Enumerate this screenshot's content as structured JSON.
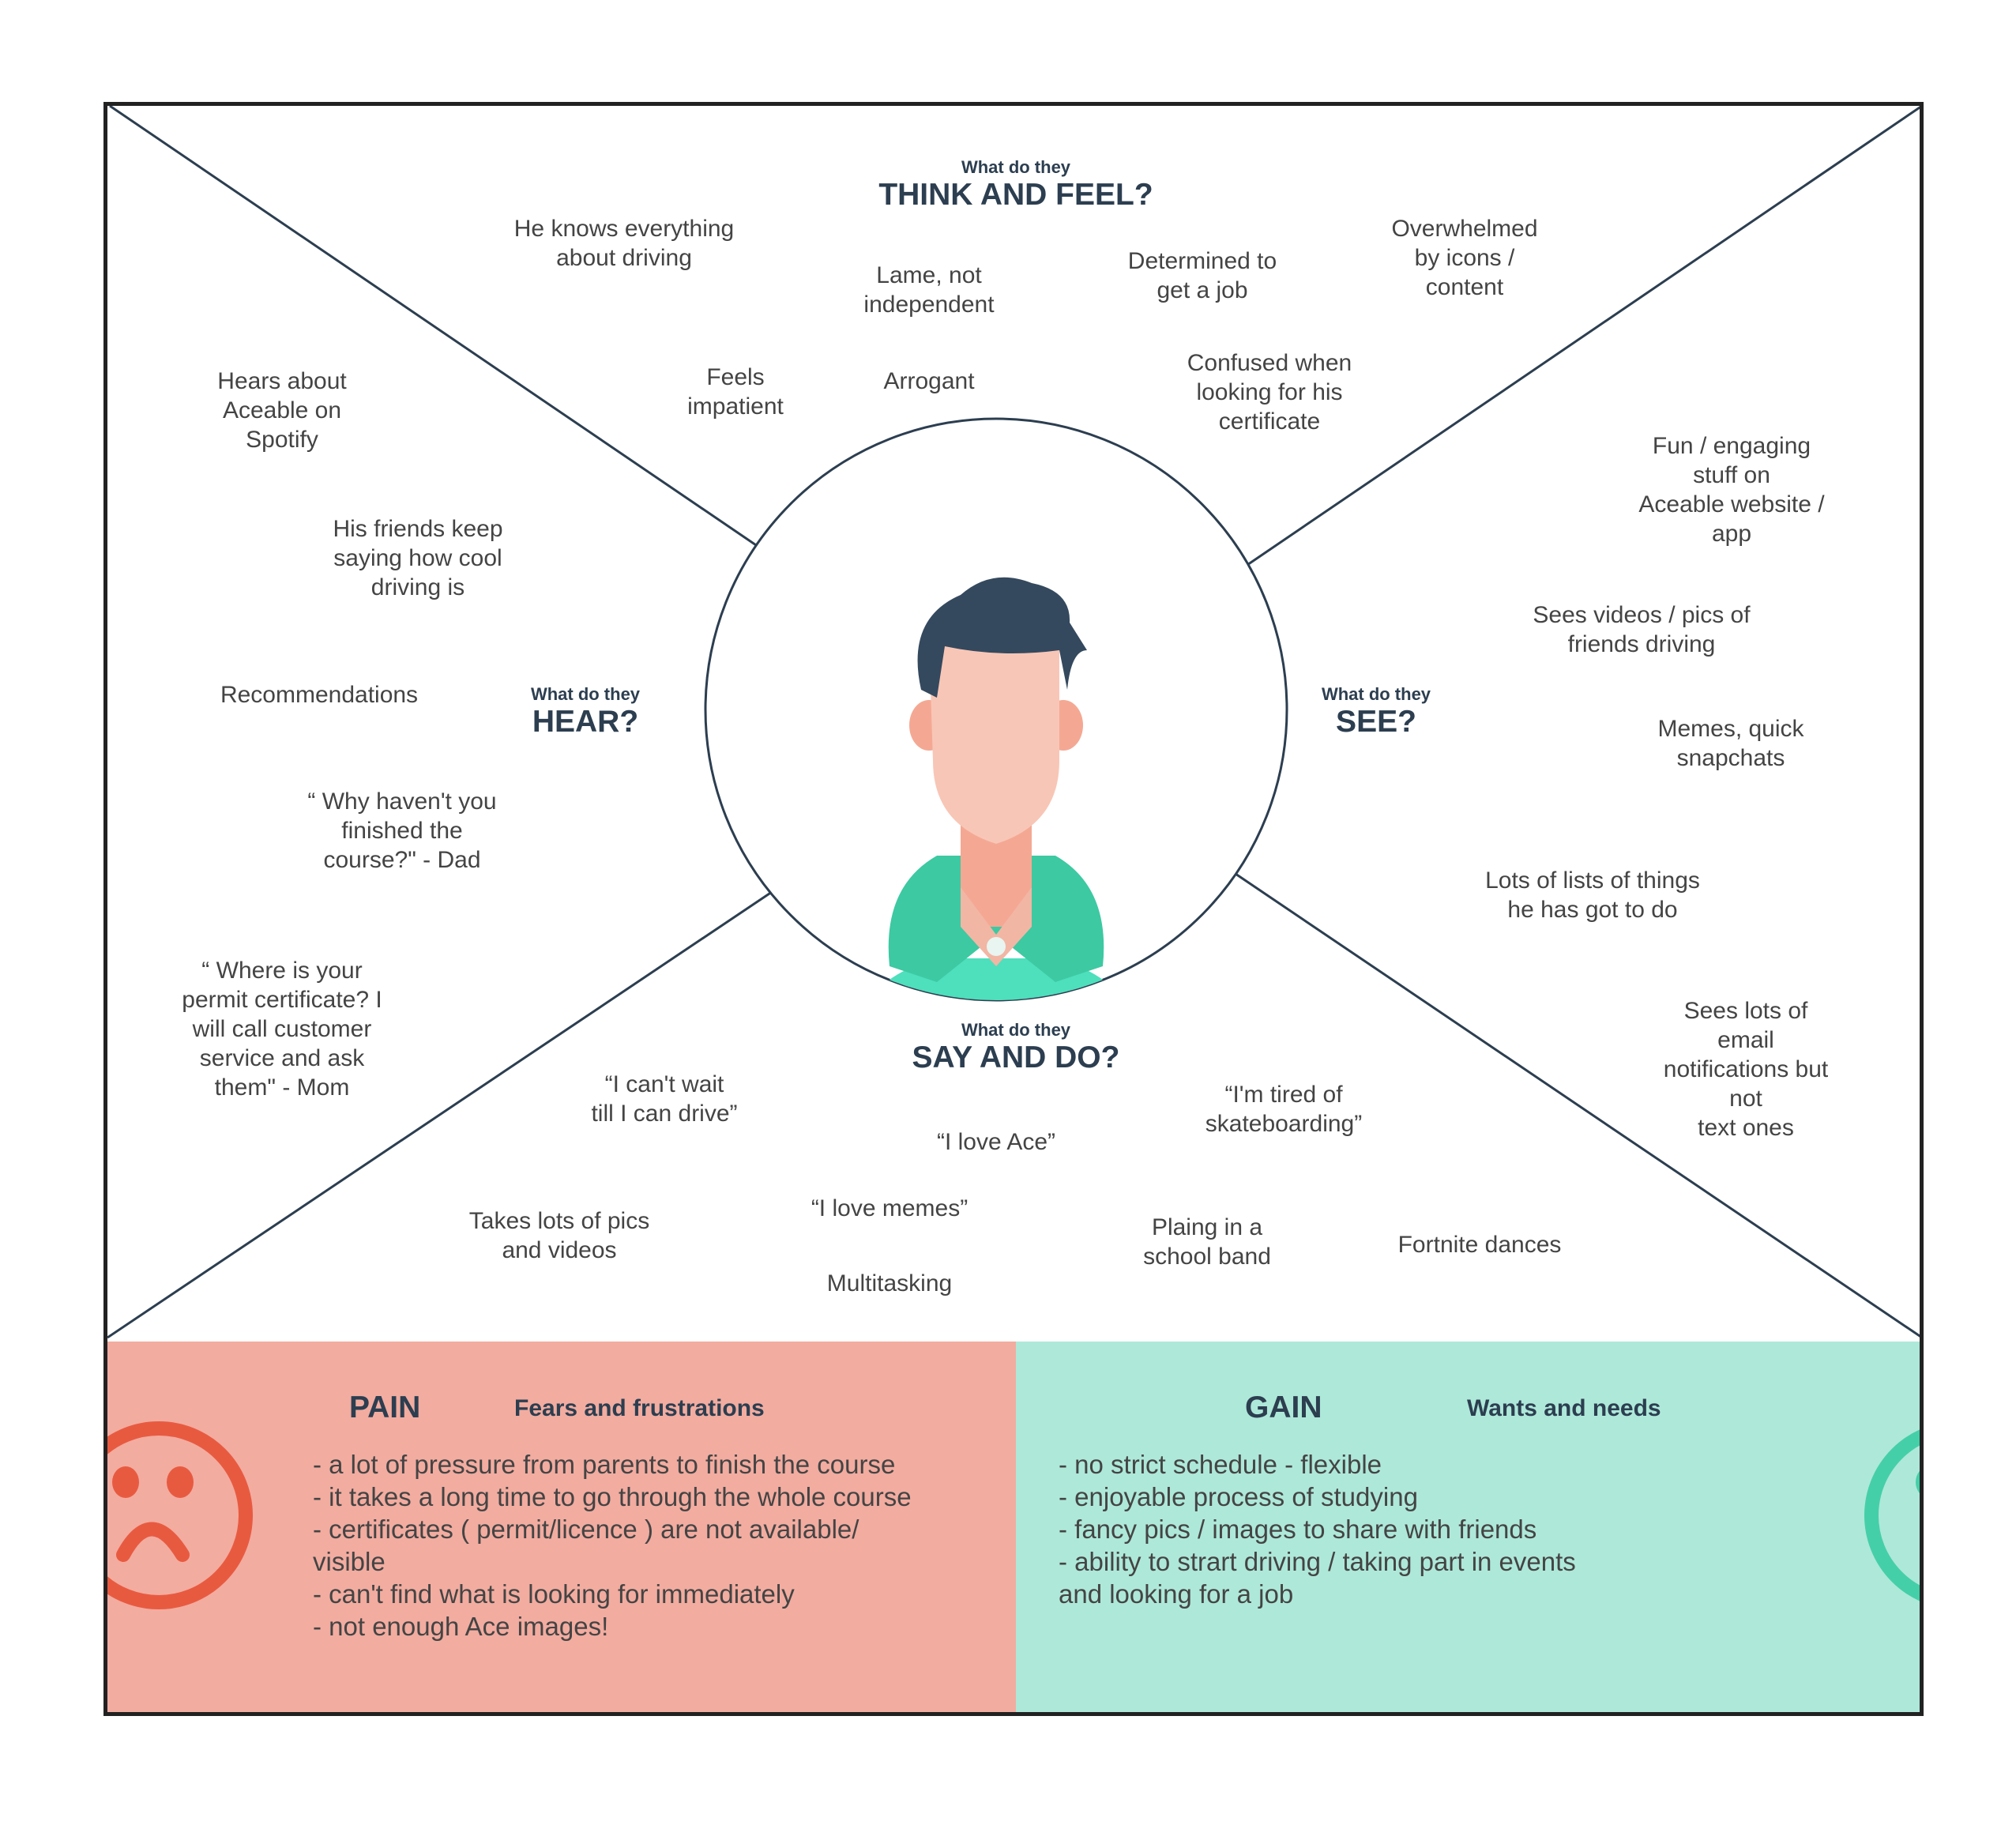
{
  "think_feel": {
    "prefix": "What do they",
    "title": "THINK AND FEEL?",
    "notes": [
      "He knows everything\nabout driving",
      "Lame, not\nindependent",
      "Determined to\nget a job",
      "Overwhelmed\nby icons /\ncontent",
      "Feels\nimpatient",
      "Arrogant",
      "Confused when\nlooking for his\ncertificate"
    ]
  },
  "hear": {
    "prefix": "What do they",
    "title": "HEAR?",
    "notes": [
      "Hears about\nAceable on\nSpotify",
      "His friends keep\nsaying how cool\ndriving is",
      "Recommendations",
      "“ Why haven't you\nfinished the\ncourse?\" - Dad",
      "“ Where is your\npermit certificate? I\nwill call customer\nservice and ask\nthem\" - Mom"
    ]
  },
  "see": {
    "prefix": "What do they",
    "title": "SEE?",
    "notes": [
      "Fun / engaging stuff on\nAceable website / app",
      "Sees videos / pics of\nfriends driving",
      "Memes, quick\nsnapchats",
      "Lots of lists of things\nhe has got to do",
      "Sees lots of email\nnotifications but not\ntext ones"
    ]
  },
  "say_do": {
    "prefix": "What do they",
    "title": "SAY AND DO?",
    "notes": [
      "“I can't wait\ntill I can drive”",
      "“I'm tired of\nskateboarding”",
      "“I love Ace”",
      "Takes lots of pics\nand videos",
      "“I love memes”",
      "Plaing in a\nschool band",
      "Fortnite dances",
      "Multitasking"
    ]
  },
  "pain": {
    "title": "PAIN",
    "subtitle": "Fears and frustrations",
    "items": [
      "- a lot of pressure from parents to finish the course",
      "- it takes a long time to go through the whole course",
      "- certificates ( permit/licence ) are not available/\nvisible",
      "- can't find what is looking for immediately",
      "- not enough Ace images!"
    ],
    "color": "#e85a40"
  },
  "gain": {
    "title": "GAIN",
    "subtitle": "Wants and needs",
    "items": [
      "- no strict schedule - flexible",
      "- enjoyable process of studying",
      "- fancy pics / images to share with friends",
      "- ability to strart driving / taking part in events\nand looking for a job"
    ],
    "color": "#45cfa8"
  }
}
